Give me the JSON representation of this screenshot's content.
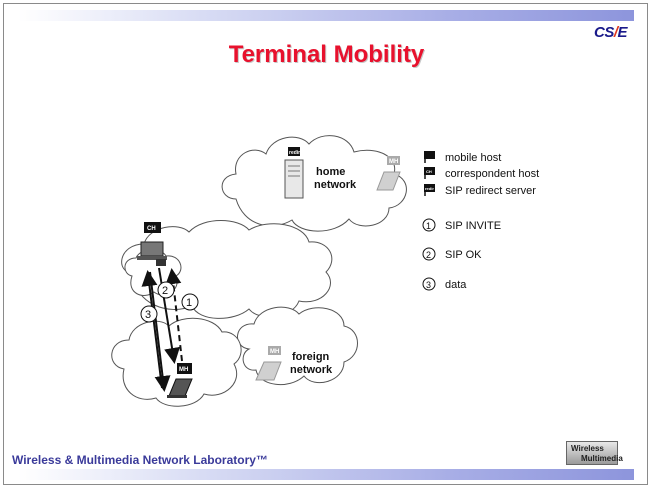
{
  "header": {
    "title": "Terminal Mobility",
    "logo_text_left": "CS",
    "logo_text_right": "E"
  },
  "footer": {
    "lab_name": "Wireless & Multimedia Network Laboratory™",
    "logo_line1": "Wireless",
    "logo_line2": "Multimedia"
  },
  "diagram": {
    "home_network_label_1": "home",
    "home_network_label_2": "network",
    "foreign_network_label_1": "foreign",
    "foreign_network_label_2": "network",
    "ch_tag": "CH",
    "mh_tag": "MH",
    "redir_tag": "redir"
  },
  "legend": {
    "items": [
      {
        "icon": "mobile-host-icon",
        "label": "mobile host"
      },
      {
        "icon": "correspondent-host-icon",
        "label": "correspondent host",
        "tag": "CH"
      },
      {
        "icon": "redirect-server-icon",
        "label": "SIP redirect server",
        "tag": "redir"
      },
      {
        "number": "1",
        "label": "SIP INVITE"
      },
      {
        "number": "2",
        "label": "SIP OK"
      },
      {
        "number": "3",
        "label": "data"
      }
    ]
  },
  "colors": {
    "title": "#e8112d",
    "footer_text": "#3a3a9a",
    "bar": "#a8aee6"
  }
}
